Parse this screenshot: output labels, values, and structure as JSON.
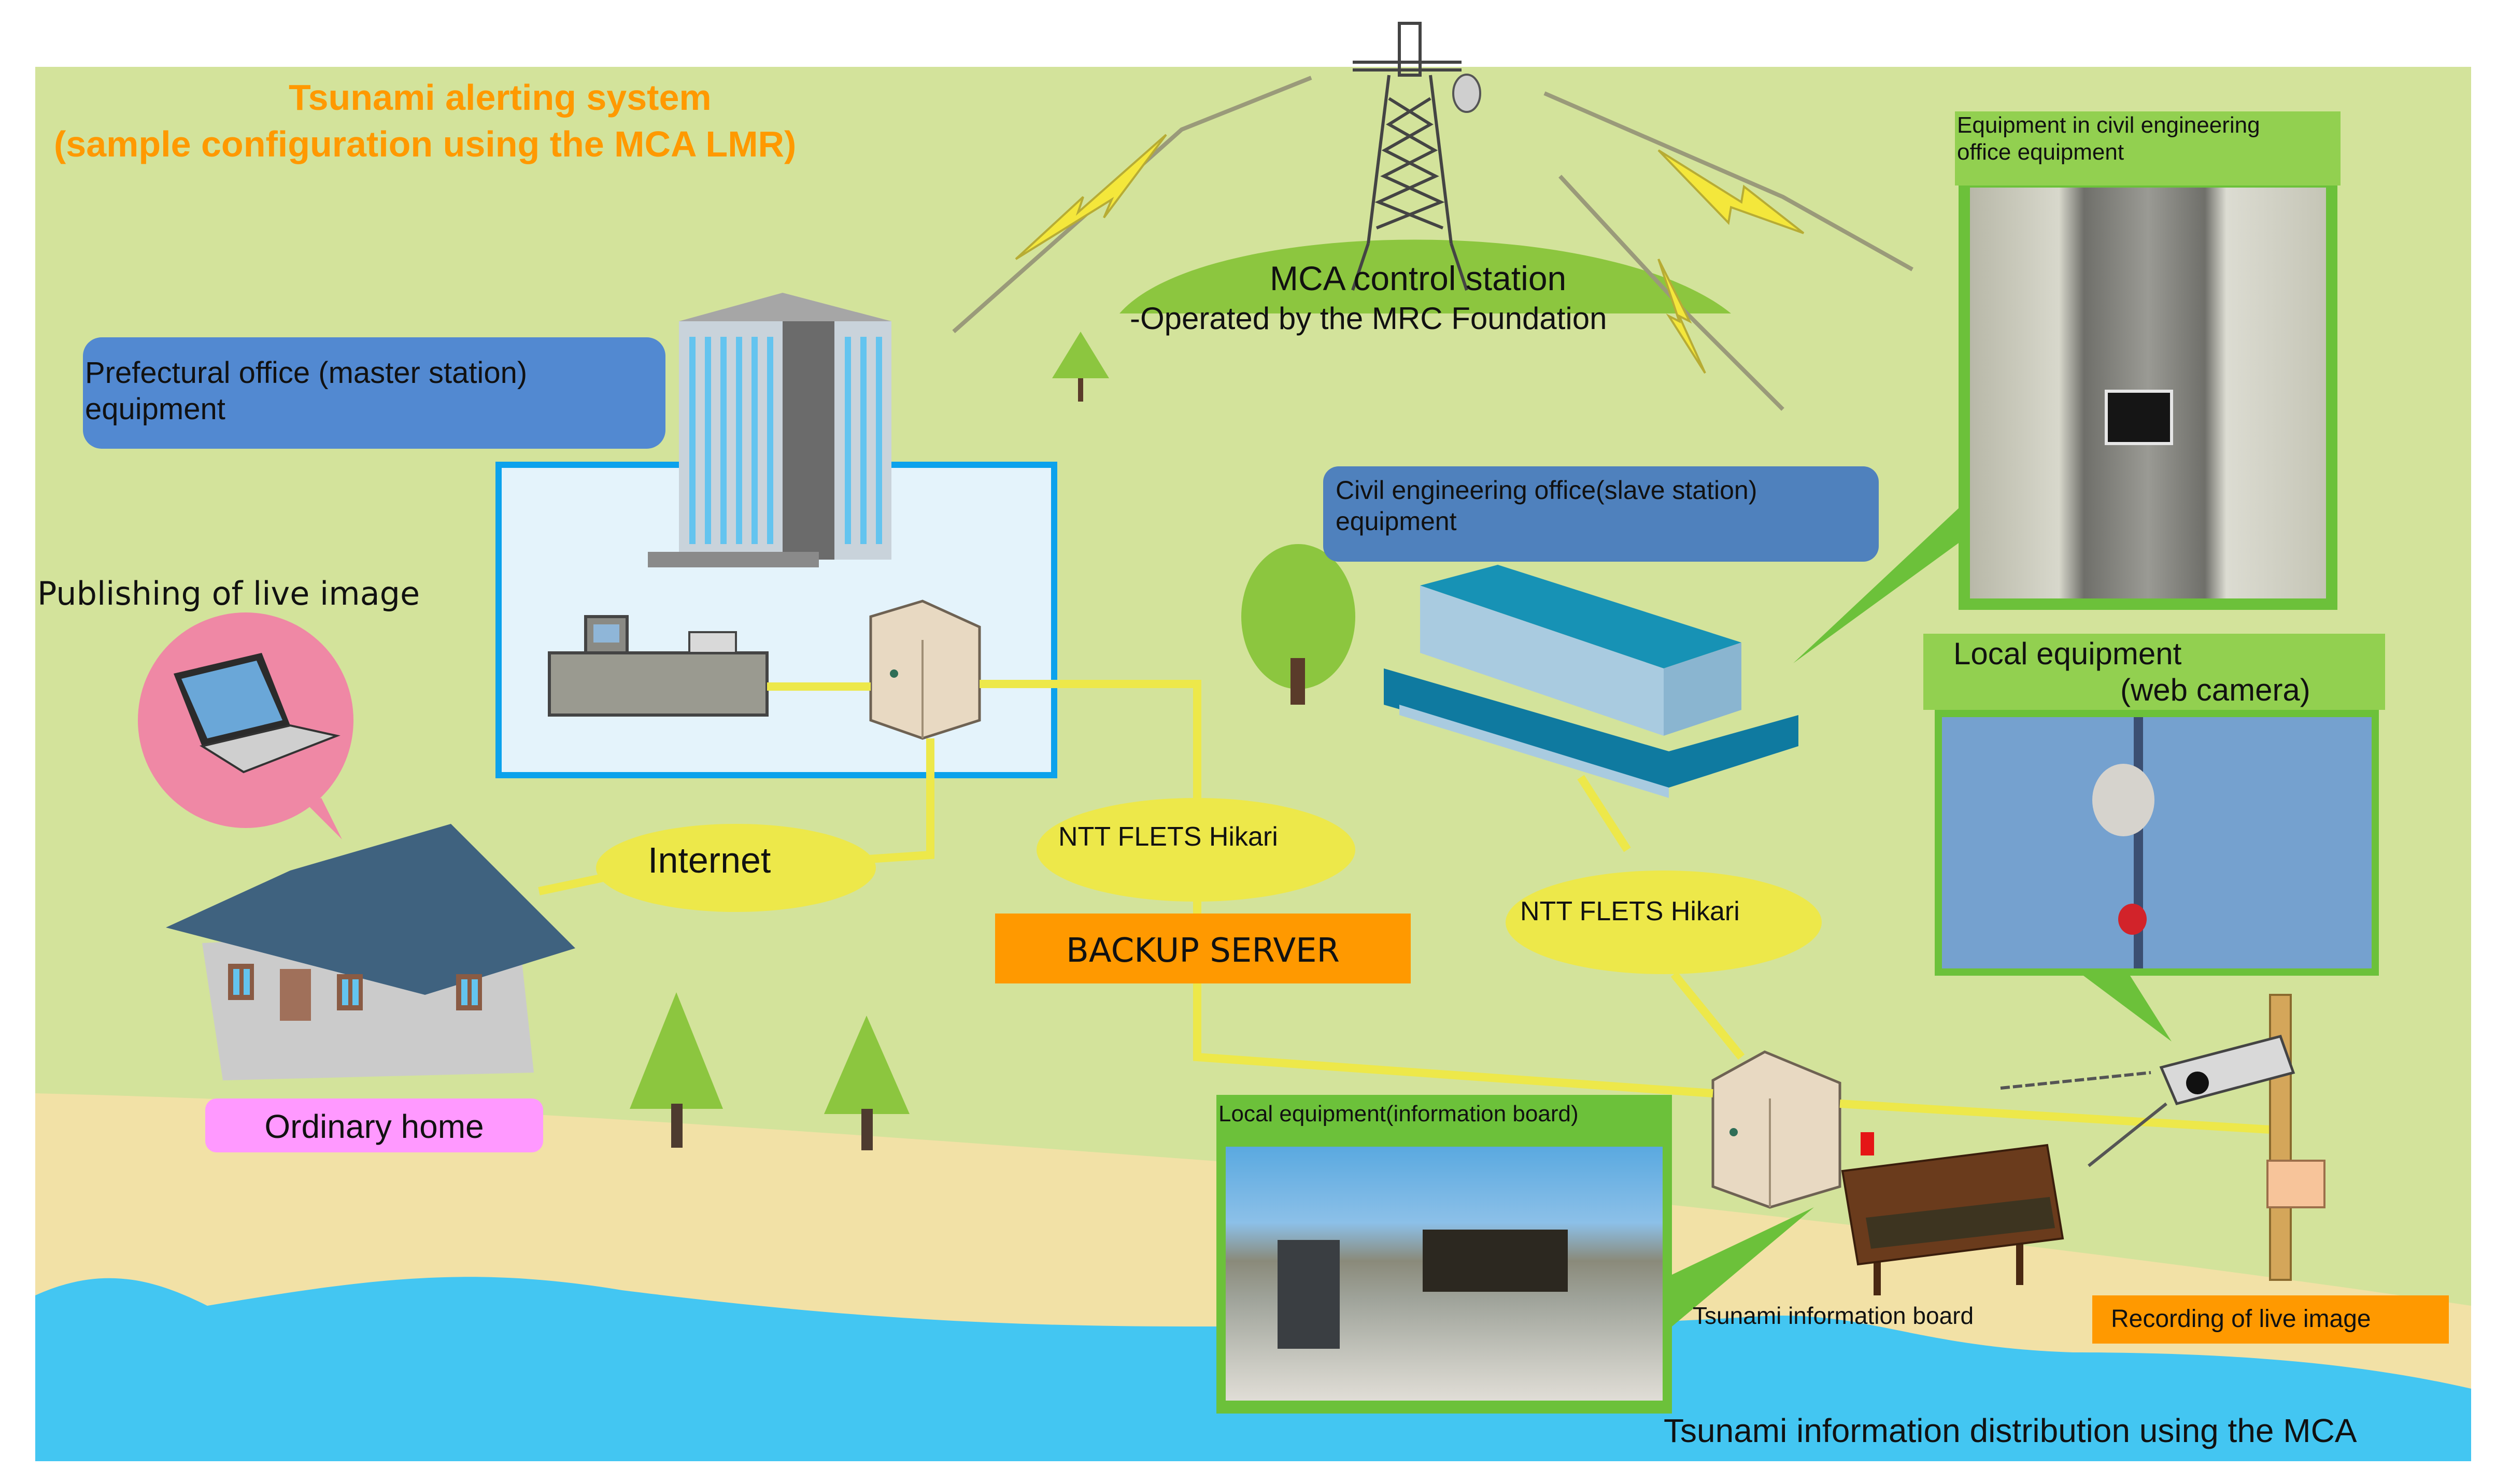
{
  "title": {
    "line1": "Tsunami alerting system",
    "line2": "(sample configuration using the MCA LMR)"
  },
  "control_station": {
    "name": "MCA control station",
    "operator": "-Operated by the MRC Foundation"
  },
  "prefectural_office": {
    "label_line1": "Prefectural  office (master station)",
    "label_line2": "equipment"
  },
  "civil_office": {
    "label_line1": "Civil engineering office(slave station)",
    "label_line2": "equipment"
  },
  "rack_photo": {
    "label_line1": "Equipment in civil engineering",
    "label_line2": "office equipment"
  },
  "webcam": {
    "label_line1": "Local equipment",
    "label_line2": "(web camera)"
  },
  "home": {
    "publishing_label": "Publishing of live image",
    "label": "Ordinary home"
  },
  "network": {
    "internet": "Internet",
    "ntt_left": "NTT FLETS Hikari",
    "ntt_right": "NTT FLETS Hikari",
    "backup_server": "BACKUP SERVER"
  },
  "info_board": {
    "photo_label": "Local equipment(information board)",
    "board_label": "Tsunami information board"
  },
  "recording": {
    "label": "Recording of live image"
  },
  "caption": "Tsunami information distribution using the MCA",
  "colors": {
    "grass": "#d3e39b",
    "sand": "#f2e1a6",
    "sea": "#43c6f2",
    "title_orange": "#ff9900",
    "label_blue": "#5289d1",
    "link_yellow": "#ede84a",
    "photo_green": "#92d050",
    "pink": "#ff99ff",
    "frame_blue": "#0ca2ec"
  }
}
